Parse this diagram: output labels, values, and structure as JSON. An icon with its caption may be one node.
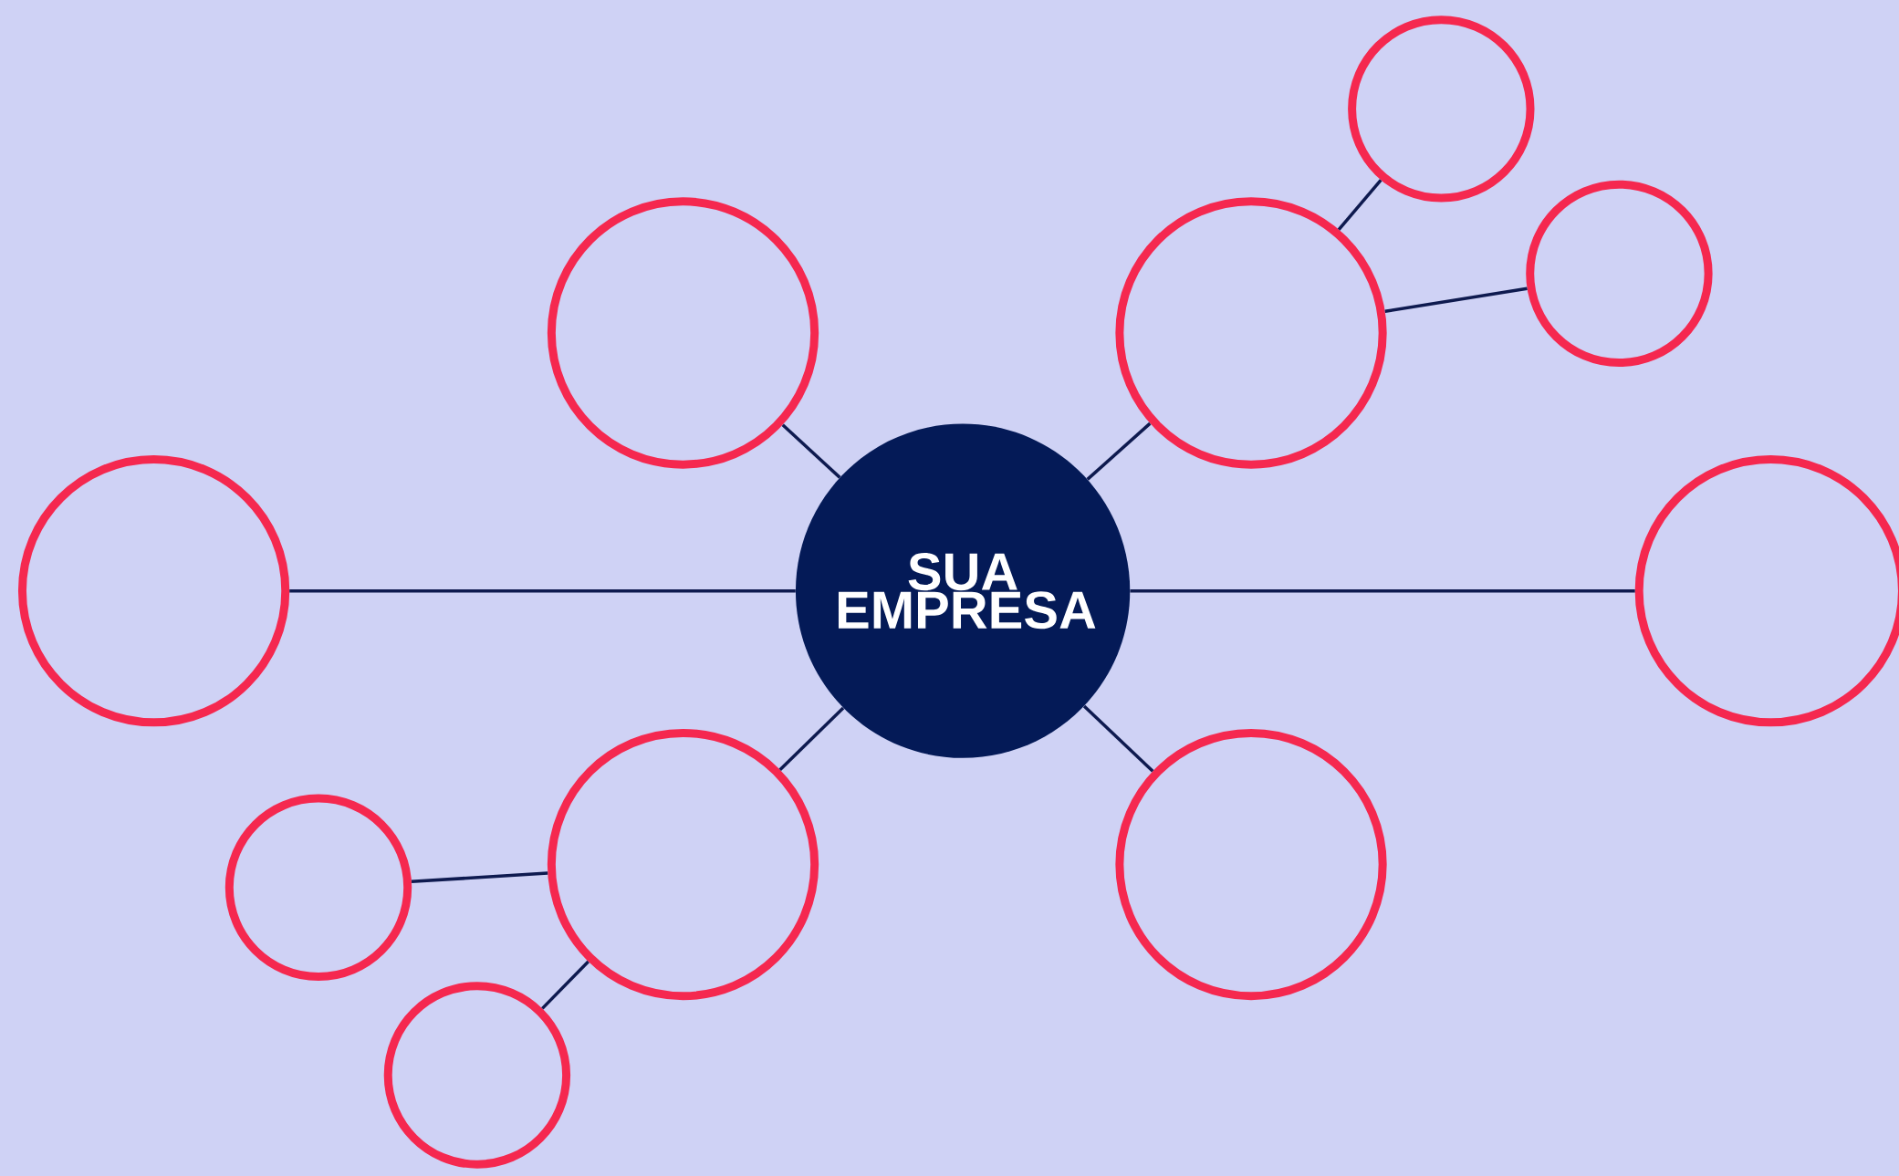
{
  "diagram": {
    "nodes": [
      {
        "text": [
          "SUA EMPRESA"
        ]
      },
      {
        "text": [],
        "shape": "circle"
      },
      {
        "text": [],
        "shape": "circle"
      },
      {
        "text": [],
        "shape": "circle"
      },
      {
        "text": [],
        "shape": "circle"
      },
      {
        "text": [],
        "shape": "circle"
      },
      {
        "text": [],
        "shape": "circle"
      },
      {
        "text": [],
        "shape": "circle"
      },
      {
        "text": [],
        "shape": "circle"
      },
      {
        "text": [],
        "shape": "circle"
      },
      {
        "text": [],
        "shape": "circle"
      }
    ],
    "edges": [
      {
        "from": 0,
        "to": 5,
        "arrow": "none"
      },
      {
        "from": 0,
        "to": 2,
        "arrow": "none"
      },
      {
        "from": 0,
        "to": 3,
        "arrow": "none"
      },
      {
        "from": 0,
        "to": 6,
        "arrow": "none"
      },
      {
        "from": 0,
        "to": 7,
        "arrow": "none"
      },
      {
        "from": 0,
        "to": 8,
        "arrow": "none"
      },
      {
        "from": 3,
        "to": 1,
        "arrow": "none"
      },
      {
        "from": 3,
        "to": 4,
        "arrow": "none"
      },
      {
        "from": 7,
        "to": 9,
        "arrow": "none"
      },
      {
        "from": 7,
        "to": 10,
        "arrow": "none"
      }
    ]
  }
}
